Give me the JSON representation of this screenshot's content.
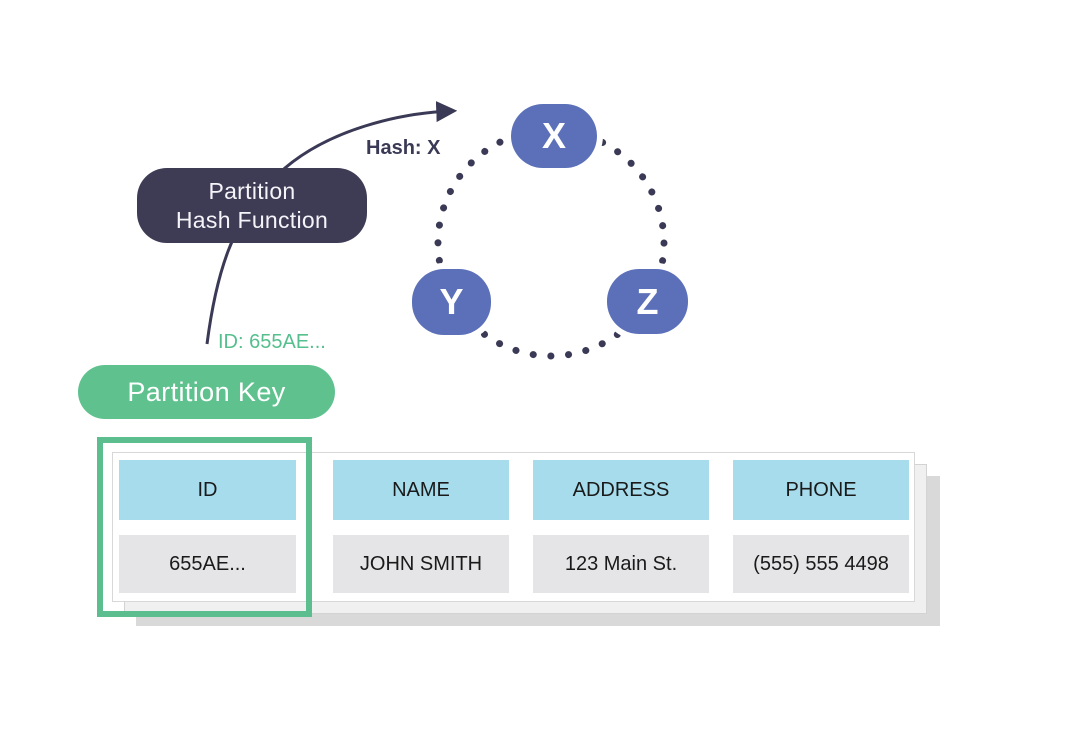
{
  "colors": {
    "navy": "#3b3a56",
    "node_blue": "#5b70b8",
    "green": "#5fc28e",
    "header_blue": "#a6dcec",
    "cell_gray": "#e5e4e6"
  },
  "flow": {
    "hash_function": {
      "line1": "Partition",
      "line2": "Hash Function"
    },
    "partition_key_label": "Partition Key",
    "hash_result_label": "Hash: X",
    "id_value_label": "ID: 655AE...",
    "ring_nodes": [
      {
        "label": "X"
      },
      {
        "label": "Y"
      },
      {
        "label": "Z"
      }
    ]
  },
  "table": {
    "columns": [
      {
        "header": "ID",
        "value": "655AE..."
      },
      {
        "header": "NAME",
        "value": "JOHN SMITH"
      },
      {
        "header": "ADDRESS",
        "value": "123 Main St."
      },
      {
        "header": "PHONE",
        "value": "(555) 555 4498"
      }
    ]
  }
}
